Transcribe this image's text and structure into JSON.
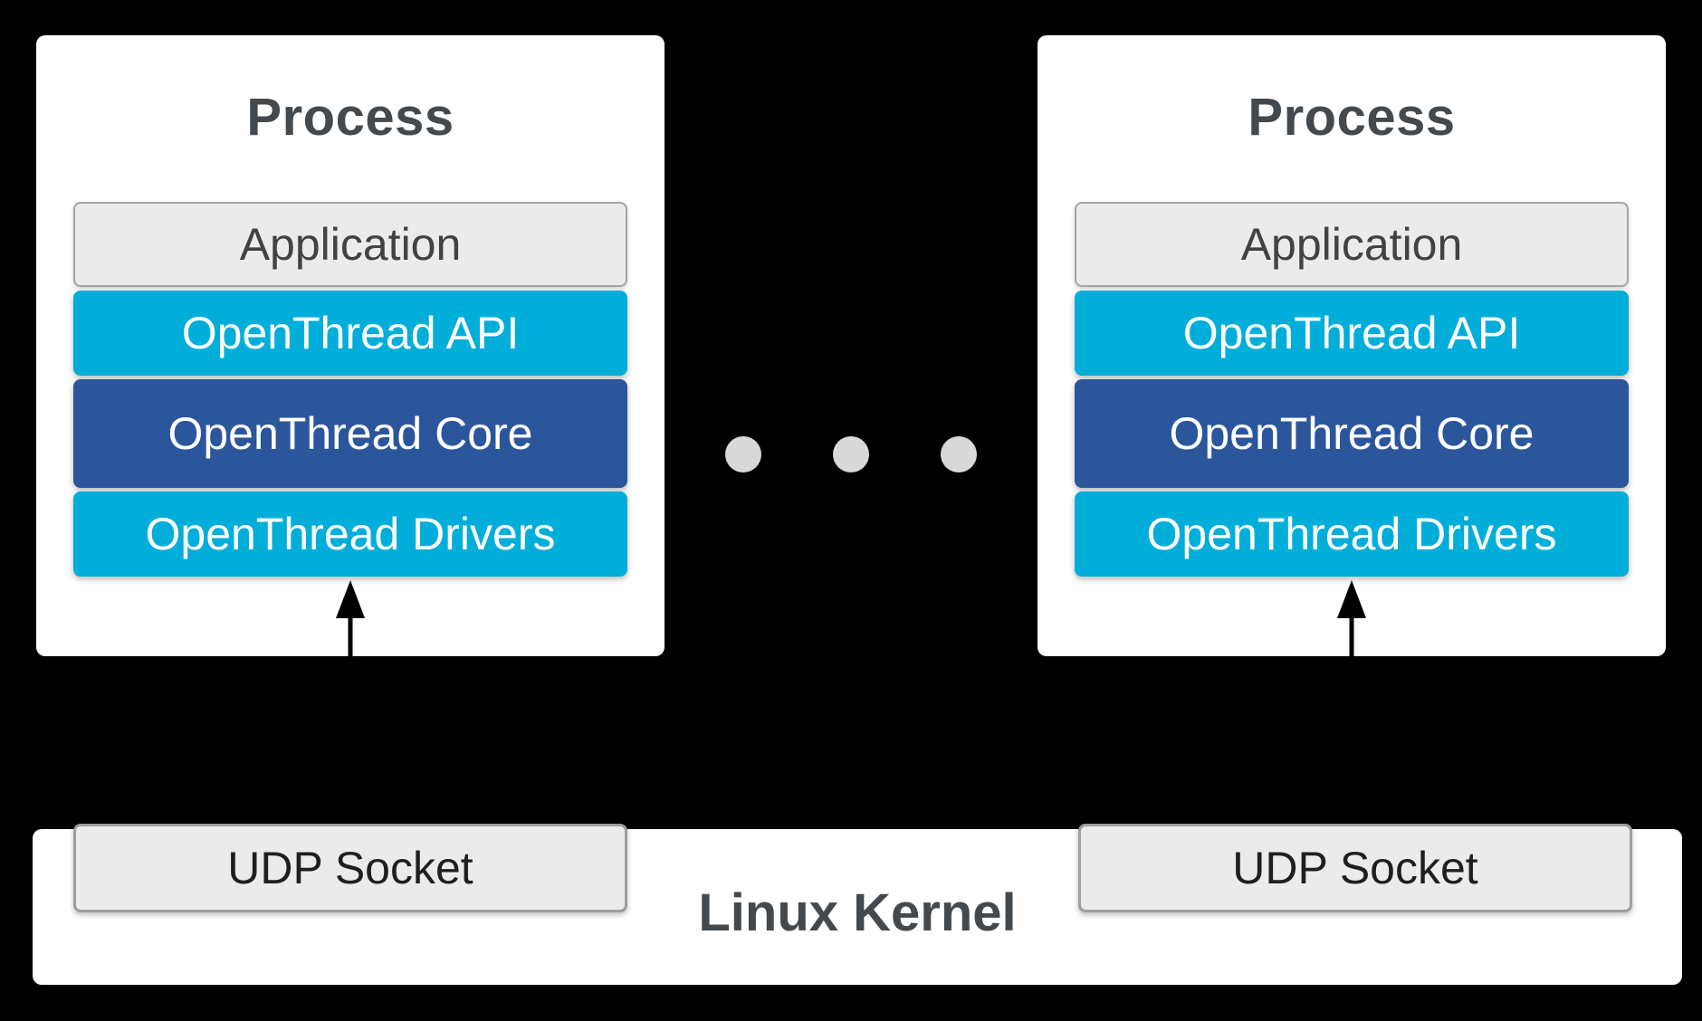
{
  "colors": {
    "background": "#000000",
    "panel": "#ffffff",
    "cyan": "#00aed9",
    "dark_blue": "#2b569b",
    "light_gray": "#ebebeb",
    "border_gray": "#a5a5a5",
    "title_text": "#44494e",
    "dot": "#d8d8d8"
  },
  "processes": [
    {
      "title": "Process",
      "layers": {
        "application": "Application",
        "api": "OpenThread API",
        "core": "OpenThread Core",
        "drivers": "OpenThread Drivers"
      }
    },
    {
      "title": "Process",
      "layers": {
        "application": "Application",
        "api": "OpenThread API",
        "core": "OpenThread Core",
        "drivers": "OpenThread Drivers"
      }
    }
  ],
  "ellipsis": {
    "dot_count": 3
  },
  "kernel": {
    "label": "Linux Kernel",
    "sockets": [
      {
        "label": "UDP Socket"
      },
      {
        "label": "UDP Socket"
      }
    ]
  }
}
